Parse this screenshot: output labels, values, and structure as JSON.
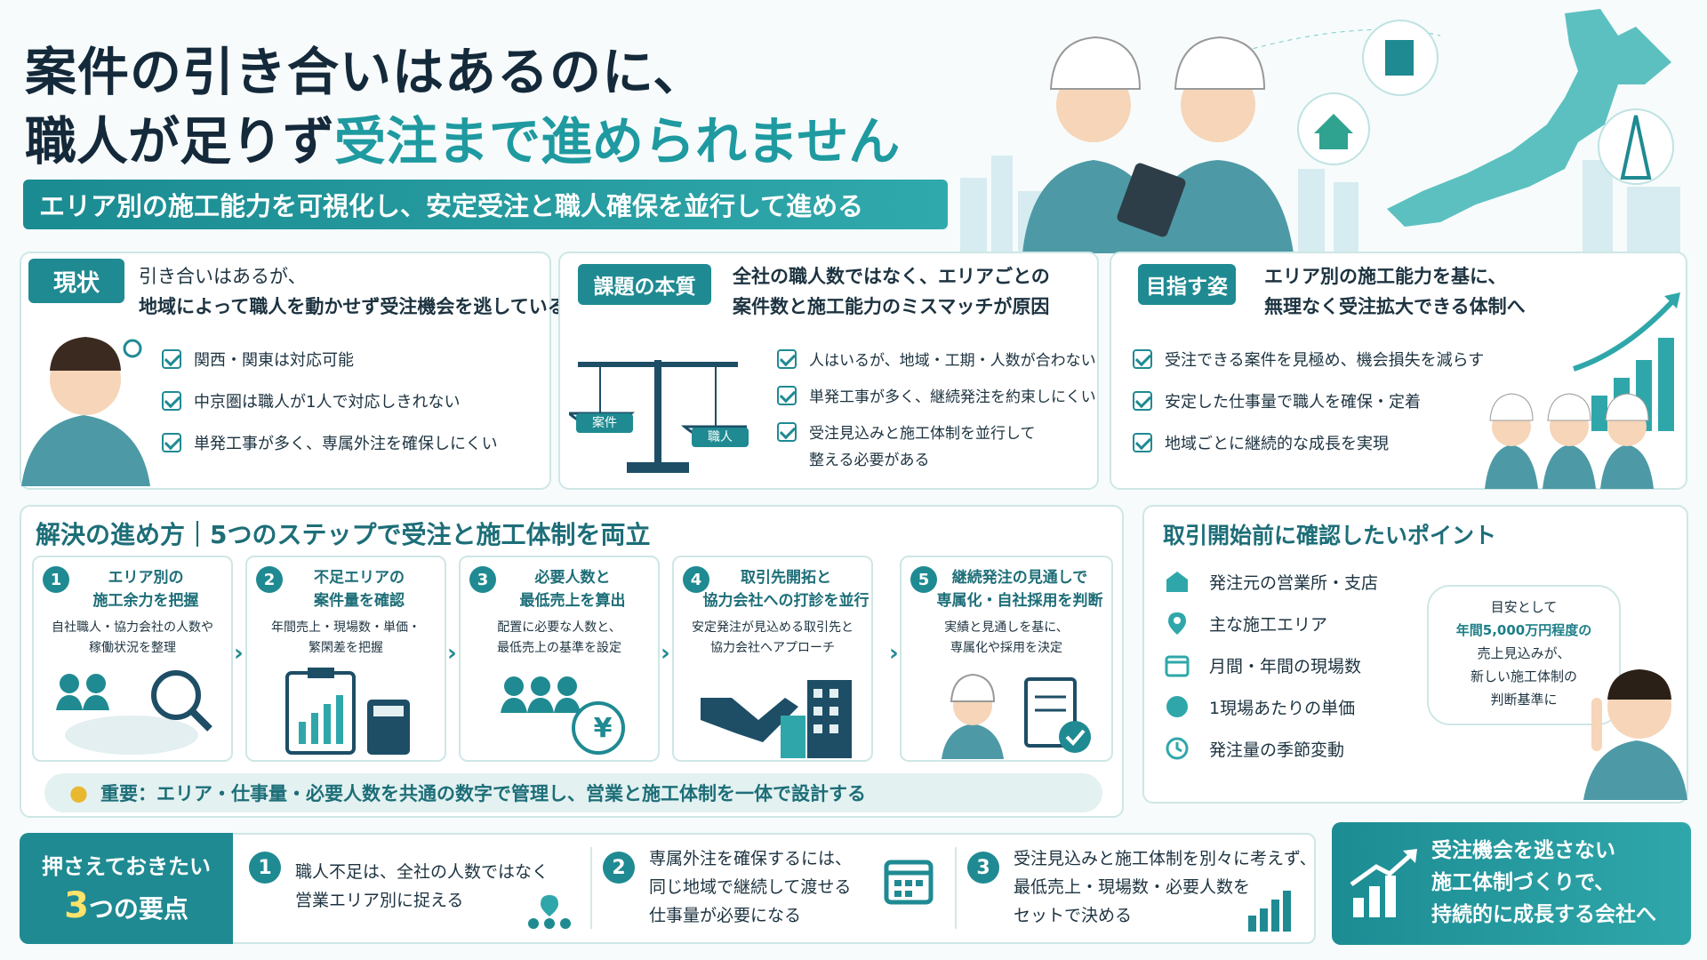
{
  "header": {
    "title_line1": "案件の引き合いはあるのに、",
    "title_line2_a": "職人が足りず",
    "title_line2_b": "受注まで進められません",
    "subtitle": "エリア別の施工能力を可視化し、安定受注と職人確保を並行して進める"
  },
  "current": {
    "tag": "現状",
    "line1": "引き合いはあるが、",
    "line2": "地域によって職人を動かせず受注機会を逃している",
    "items": [
      "関西・関東は対応可能",
      "中京圏は職人が1人で対応しきれない",
      "単発工事が多く、専属外注を確保しにくい"
    ]
  },
  "issue": {
    "tag": "課題の本質",
    "line1": "全社の職人数ではなく、エリアごとの",
    "line2": "案件数と施工能力のミスマッチが原因",
    "scale_left": "案件",
    "scale_right": "職人",
    "items": [
      "人はいるが、地域・工期・人数が合わない",
      "単発工事が多く、継続発注を約束しにくい",
      "受注見込みと施工体制を並行して",
      "整える必要がある"
    ]
  },
  "goal": {
    "tag": "目指す姿",
    "line1": "エリア別の施工能力を基に、",
    "line2": "無理なく受注拡大できる体制へ",
    "items": [
      "受注できる案件を見極め、機会損失を減らす",
      "安定した仕事量で職人を確保・定着",
      "地域ごとに継続的な成長を実現"
    ]
  },
  "steps_section": {
    "title": "解決の進め方｜5つのステップで受注と施工体制を両立",
    "steps": [
      {
        "num": "1",
        "title1": "エリア別の",
        "title2": "施工余力を把握",
        "desc1": "自社職人・協力会社の人数や",
        "desc2": "稼働状況を整理"
      },
      {
        "num": "2",
        "title1": "不足エリアの",
        "title2": "案件量を確認",
        "desc1": "年間売上・現場数・単価・",
        "desc2": "繁閑差を把握"
      },
      {
        "num": "3",
        "title1": "必要人数と",
        "title2": "最低売上を算出",
        "desc1": "配置に必要な人数と、",
        "desc2": "最低売上の基準を設定"
      },
      {
        "num": "4",
        "title1": "取引先開拓と",
        "title2": "協力会社への打診を並行",
        "desc1": "安定発注が見込める取引先と",
        "desc2": "協力会社へアプローチ"
      },
      {
        "num": "5",
        "title1": "継続発注の見通しで",
        "title2": "専属化・自社採用を判断",
        "desc1": "実績と見通しを基に、",
        "desc2": "専属化や採用を決定"
      }
    ],
    "note": "重要：エリア・仕事量・必要人数を共通の数字で管理し、営業と施工体制を一体で設計する",
    "yen": "¥"
  },
  "points": {
    "title": "取引開始前に確認したいポイント",
    "items": [
      {
        "icon": "office-icon",
        "label": "発注元の営業所・支店"
      },
      {
        "icon": "map-pin-icon",
        "label": "主な施工エリア"
      },
      {
        "icon": "calendar-icon",
        "label": "月間・年間の現場数"
      },
      {
        "icon": "money-icon",
        "label": "1現場あたりの単価"
      },
      {
        "icon": "clock-icon",
        "label": "発注量の季節変動"
      }
    ],
    "bubble": {
      "l1": "目安として",
      "l2": "年間5,000万円程度の",
      "l3": "売上見込みが、",
      "l4": "新しい施工体制の",
      "l5": "判断基準に"
    }
  },
  "key_points": {
    "label1": "押さえておきたい",
    "label2_num": "3",
    "label2_text": "つの要点",
    "items": [
      {
        "num": "1",
        "l1": "職人不足は、全社の人数ではなく",
        "l2": "営業エリア別に捉える"
      },
      {
        "num": "2",
        "l1": "専属外注を確保するには、",
        "l2": "同じ地域で継続して渡せる",
        "l3": "仕事量が必要になる"
      },
      {
        "num": "3",
        "l1": "受注見込みと施工体制を別々に考えず、",
        "l2": "最低売上・現場数・必要人数を",
        "l3": "セットで決める"
      }
    ]
  },
  "cta": {
    "l1": "受注機会を逃さない",
    "l2": "施工体制づくりで、",
    "l3": "持続的に成長する会社へ"
  },
  "colors": {
    "accent": "#1f8a92",
    "title": "#14293a",
    "highlight": "#1e9aa0"
  }
}
